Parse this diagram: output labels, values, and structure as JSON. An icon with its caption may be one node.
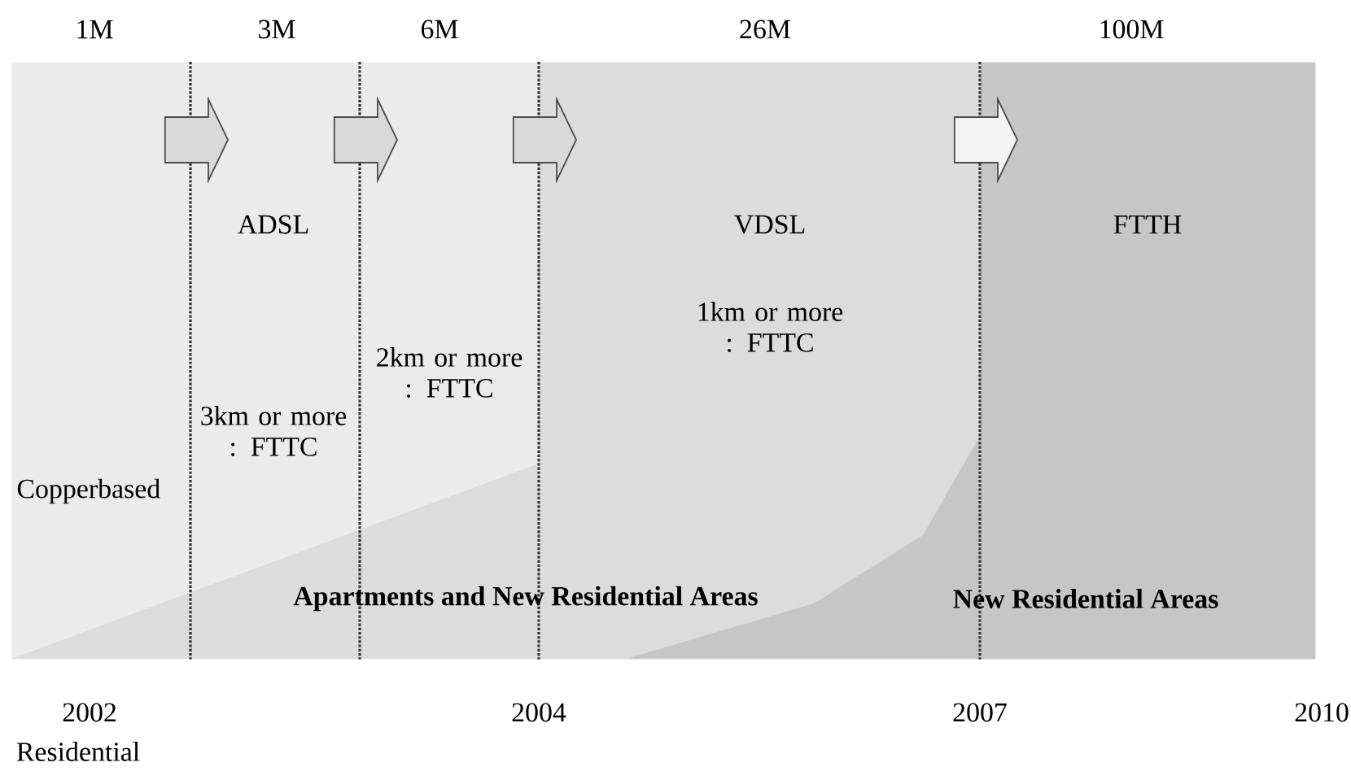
{
  "diagram": {
    "nodes": [
      {
        "text": [
          "Copperbased"
        ]
      },
      {
        "text": [
          "ADSL",
          "3km or more : FTTC"
        ]
      },
      {
        "text": [
          "2km or more : FTTC"
        ]
      },
      {
        "text": [
          "VDSL",
          "1km or more : FTTC"
        ]
      },
      {
        "text": [
          "FTTH"
        ]
      }
    ],
    "edges": [
      {
        "from": 0,
        "to": 1,
        "arrow": "to"
      },
      {
        "from": 1,
        "to": 2,
        "arrow": "to"
      },
      {
        "from": 2,
        "to": 3,
        "arrow": "to"
      },
      {
        "from": 3,
        "to": 4,
        "arrow": "to",
        "color": "#f4f4f4"
      }
    ],
    "labels": [
      "1M",
      "3M",
      "6M",
      "26M",
      "100M",
      "Apartments and New Residential Areas",
      "New Residential Areas",
      "2002",
      "2004",
      "2007",
      "2010",
      "Residential"
    ]
  }
}
